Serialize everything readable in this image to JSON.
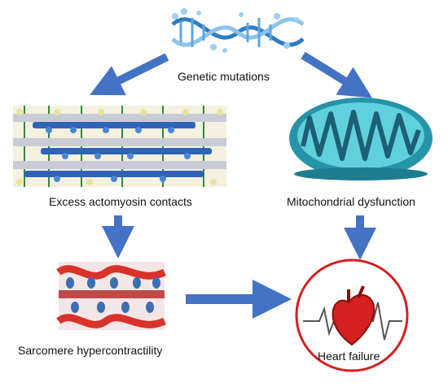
{
  "nodes": {
    "genetic": "Genetic mutations",
    "actomyosin": "Excess actomyosin contacts",
    "mito": "Mitochondrial dysfunction",
    "sarcomere": "Sarcomere hypercontractility",
    "heart": "Heart failure"
  },
  "colors": {
    "arrow": "#4472C4",
    "dna": "#3a8fd6",
    "mito_outer": "#2ba3b5",
    "mito_inner": "#43c6d2",
    "heart": "#d42020",
    "circle": "#d42020",
    "sarcomere_red": "#d8322a",
    "myosin_blue": "#3b6fb4"
  },
  "icons": [
    "dna-icon",
    "actomyosin-image",
    "mitochondrion-icon",
    "sarcomere-image",
    "heart-ecg-icon"
  ]
}
